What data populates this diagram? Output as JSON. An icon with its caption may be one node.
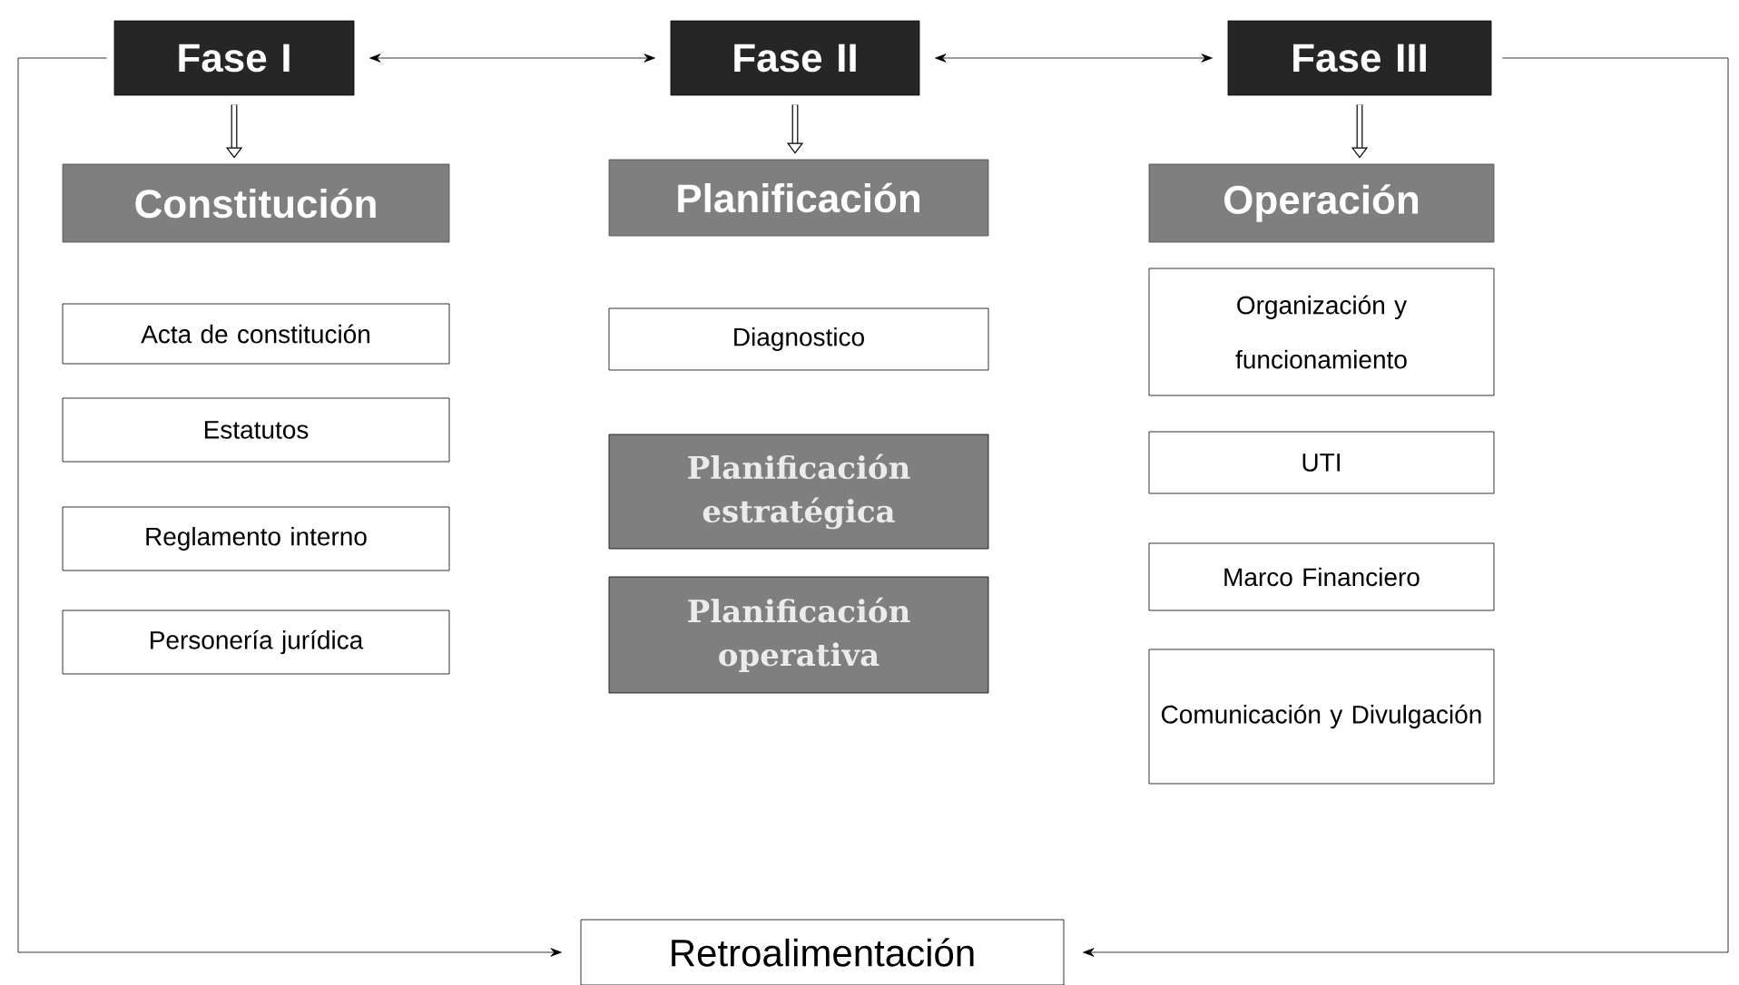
{
  "diagram": {
    "nodes": [
      {
        "text": [
          "Fase I"
        ]
      },
      {
        "text": [
          "Fase II"
        ]
      },
      {
        "text": [
          "Fase III"
        ]
      },
      {
        "text": [
          "Constitución"
        ]
      },
      {
        "text": [
          "Planificación"
        ]
      },
      {
        "text": [
          "Operación"
        ]
      },
      {
        "text": [
          "Acta de constitución"
        ]
      },
      {
        "text": [
          "Estatutos"
        ]
      },
      {
        "text": [
          "Reglamento interno"
        ]
      },
      {
        "text": [
          "Personería jurídica"
        ]
      },
      {
        "text": [
          "Diagnostico"
        ]
      },
      {
        "text": [
          "Planificación estratégica"
        ]
      },
      {
        "text": [
          "Planificación operativa"
        ]
      },
      {
        "text": [
          "Organización y funcionamiento"
        ]
      },
      {
        "text": [
          "UTI"
        ]
      },
      {
        "text": [
          "Marco Financiero"
        ]
      },
      {
        "text": [
          "Comunicación y Divulgación"
        ]
      },
      {
        "text": [
          "Retroalimentación"
        ]
      }
    ],
    "edges": [
      {
        "from": 0,
        "to": 1,
        "arrow": "both"
      },
      {
        "from": 1,
        "to": 2,
        "arrow": "both"
      },
      {
        "from": 0,
        "to": 3,
        "arrow": "to",
        "style": "thick"
      },
      {
        "from": 1,
        "to": 4,
        "arrow": "to",
        "style": "thick"
      },
      {
        "from": 2,
        "to": 5,
        "arrow": "to",
        "style": "thick"
      },
      {
        "from": 0,
        "to": 17,
        "arrow": "to"
      },
      {
        "from": 2,
        "to": 17,
        "arrow": "to"
      }
    ]
  }
}
